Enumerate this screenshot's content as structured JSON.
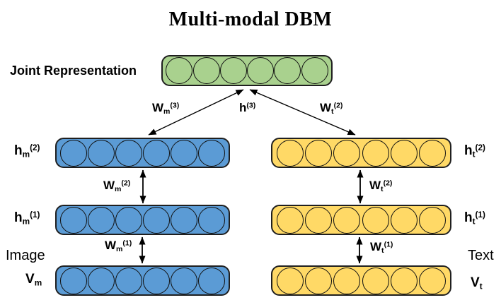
{
  "title": "Multi-modal DBM",
  "joint": {
    "label": "Joint Representation",
    "nodes": 6,
    "hidden_label": {
      "base": "h",
      "sub": "",
      "sup": "(3)"
    }
  },
  "colors": {
    "green": "#A9D18E",
    "blue": "#5B9BD5",
    "yellow": "#FFD966",
    "outline": "#1F1F1F",
    "arrow": "#000000"
  },
  "left_column": {
    "modality": "Image",
    "layers": [
      {
        "label": {
          "base": "h",
          "sub": "m",
          "sup": "(2)"
        },
        "nodes": 6
      },
      {
        "label": {
          "base": "h",
          "sub": "m",
          "sup": "(1)"
        },
        "nodes": 6
      },
      {
        "label": {
          "base": "V",
          "sub": "m",
          "sup": ""
        },
        "nodes": 6
      }
    ],
    "weights": {
      "to_joint": {
        "base": "W",
        "sub": "m",
        "sup": "(3)"
      },
      "w2": {
        "base": "W",
        "sub": "m",
        "sup": "(2)"
      },
      "w1": {
        "base": "W",
        "sub": "m",
        "sup": "(1)"
      }
    }
  },
  "right_column": {
    "modality": "Text",
    "layers": [
      {
        "label": {
          "base": "h",
          "sub": "t",
          "sup": "(2)"
        },
        "nodes": 6
      },
      {
        "label": {
          "base": "h",
          "sub": "t",
          "sup": "(1)"
        },
        "nodes": 6
      },
      {
        "label": {
          "base": "V",
          "sub": "t",
          "sup": ""
        },
        "nodes": 6
      }
    ],
    "weights": {
      "to_joint": {
        "base": "W",
        "sub": "t",
        "sup": "(2)"
      },
      "w2": {
        "base": "W",
        "sub": "t",
        "sup": "(2)"
      },
      "w1": {
        "base": "W",
        "sub": "t",
        "sup": "(1)"
      }
    }
  }
}
